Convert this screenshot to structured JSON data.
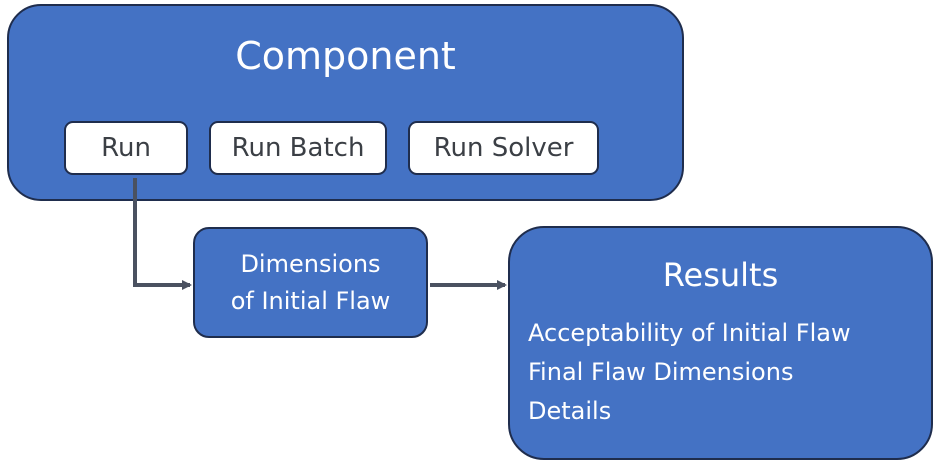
{
  "component": {
    "title": "Component",
    "buttons": {
      "run": "Run",
      "run_batch": "Run Batch",
      "run_solver": "Run Solver"
    }
  },
  "dimensions": {
    "label_line1": "Dimensions",
    "label_line2": "of Initial Flaw"
  },
  "results": {
    "title": "Results",
    "items": [
      "Acceptability of Initial Flaw",
      "Final Flaw Dimensions",
      "Details"
    ]
  },
  "colors": {
    "box_fill": "#4472c4",
    "box_border": "#1f2d4d",
    "connector": "#4a5160",
    "button_text": "#3b3f45"
  }
}
